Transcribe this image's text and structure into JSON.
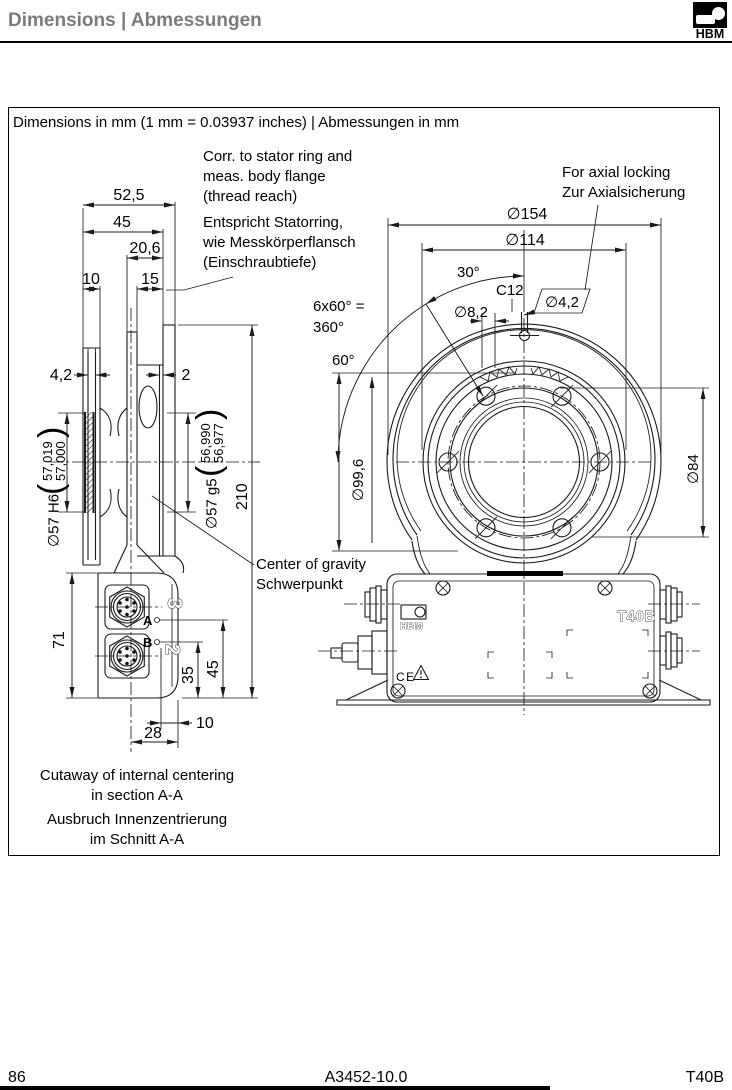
{
  "header": {
    "title": "Dimensions | Abmessungen",
    "logo": "HBM"
  },
  "box_title": "Dimensions in mm (1 mm = 0.03937 inches) | Abmessungen in mm",
  "annotations": {
    "corr_en1": "Corr. to stator ring and",
    "corr_en2": "meas. body flange",
    "corr_en3": "(thread reach)",
    "corr_de1": "Entspricht Statorring,",
    "corr_de2": "wie Messkörperflansch",
    "corr_de3": "(Einschraubtiefe)",
    "axial_en": "For axial locking",
    "axial_de": "Zur Axialsicherung",
    "gravity_en": "Center of gravity",
    "gravity_de": "Schwerpunkt",
    "cutaway_en1": "Cutaway of internal centering",
    "cutaway_en2": "in section A-A",
    "cutaway_de1": "Ausbruch Innenzentrierung",
    "cutaway_de2": "im Schnitt A-A"
  },
  "side_view": {
    "w525": "52,5",
    "w45": "45",
    "w206": "20,6",
    "w10": "10",
    "w15": "15",
    "t42": "4,2",
    "t2": "2",
    "h210": "210",
    "dia_h6": "∅57 H6",
    "h6_hi": "57,019",
    "h6_lo": "57,000",
    "dia_g5": "∅57 g5",
    "g5_hi": "56,990",
    "g5_lo": "56,977",
    "h71": "71",
    "h35": "35",
    "h45": "45",
    "w10b": "10",
    "w28": "28",
    "conn_a": "A",
    "conn_b": "B",
    "conn_a_num": "3",
    "conn_b_num": "2"
  },
  "front_view": {
    "d154": "∅154",
    "d114": "∅114",
    "a30": "30°",
    "c12": "C12",
    "d42": "∅4,2",
    "d82": "∅8,2",
    "a6x60a": "6x60° =",
    "a6x60b": "360°",
    "a60": "60°",
    "d996": "∅99,6",
    "d84": "∅84",
    "housing_model": "T40B",
    "housing_logo": "HBM",
    "ce": "CE"
  },
  "footer": {
    "page": "86",
    "doc_number": "A3452-10.0",
    "model": "T40B"
  }
}
